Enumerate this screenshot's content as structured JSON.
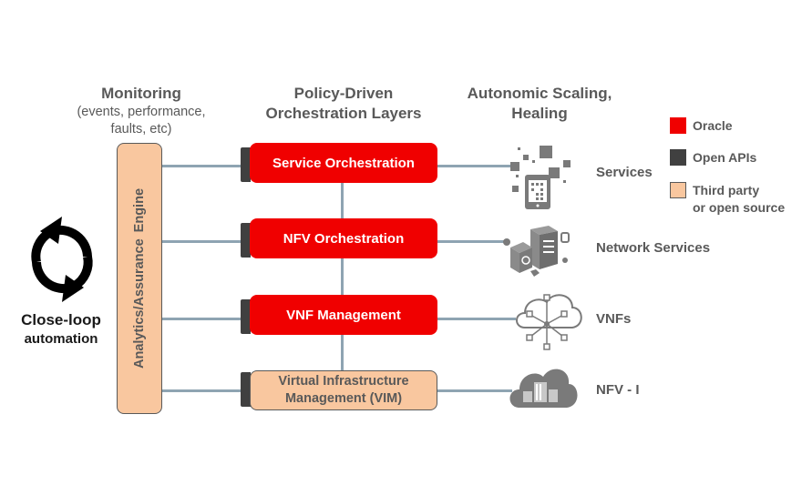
{
  "columns": {
    "monitoring": {
      "title": "Monitoring",
      "subtitle_line1": "(events, performance,",
      "subtitle_line2": "faults, etc)"
    },
    "orchestration": {
      "title_line1": "Policy-Driven",
      "title_line2": "Orchestration Layers"
    },
    "scaling": {
      "title_line1": "Autonomic Scaling,",
      "title_line2": "Healing"
    }
  },
  "loop": {
    "icon": "refresh-cycle-icon",
    "label_line1": "Close-loop",
    "label_line2": "automation"
  },
  "engine": {
    "label": "Analytics/Assurance Engine"
  },
  "layers": [
    {
      "label": "Service Orchestration",
      "type": "oracle"
    },
    {
      "label": "NFV Orchestration",
      "type": "oracle"
    },
    {
      "label": "VNF Management",
      "type": "oracle"
    },
    {
      "label_line1": "Virtual Infrastructure",
      "label_line2": "Management (VIM)",
      "type": "third_party"
    }
  ],
  "targets": [
    {
      "label": "Services",
      "icon": "services-tablet-icon"
    },
    {
      "label": "Network Services",
      "icon": "network-services-server-icon"
    },
    {
      "label": "VNFs",
      "icon": "vnf-cloud-network-icon"
    },
    {
      "label": "NFV - I",
      "icon": "nfvi-cloud-boxes-icon"
    }
  ],
  "legend": [
    {
      "label": "Oracle",
      "color": "#f00000"
    },
    {
      "label": "Open APIs",
      "color": "#404040"
    },
    {
      "label_line1": "Third party",
      "label_line2": "or open source",
      "color": "#f9c79f"
    }
  ],
  "colors": {
    "oracle": "#f00000",
    "open_apis": "#404040",
    "third_party": "#f9c79f",
    "connector": "#8ea4b2",
    "text": "#595959"
  }
}
